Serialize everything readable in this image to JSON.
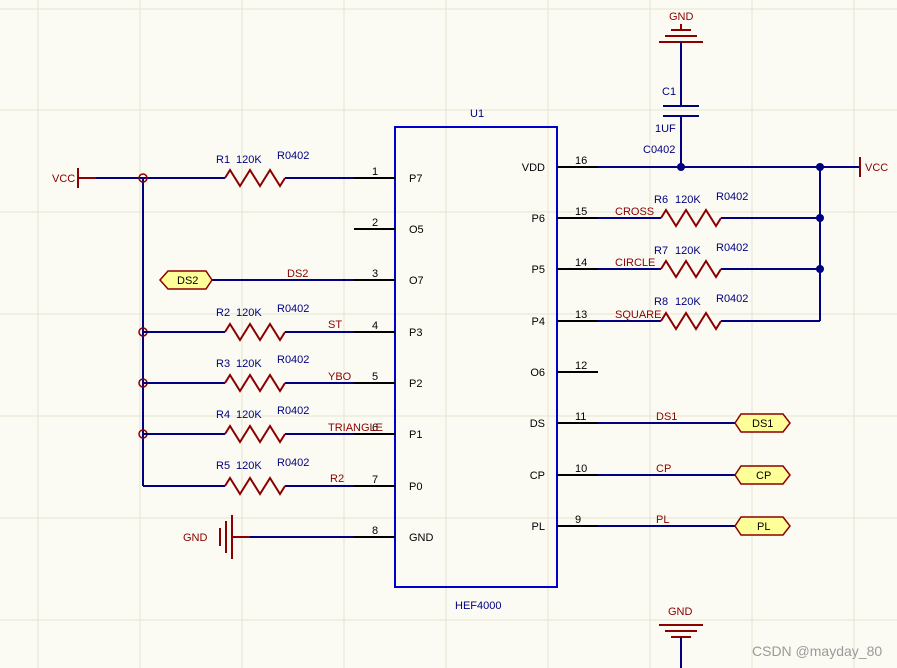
{
  "component": {
    "designator": "U1",
    "part": "HEF4000",
    "left_pins": [
      {
        "name": "P7",
        "number": "1"
      },
      {
        "name": "O5",
        "number": "2"
      },
      {
        "name": "O7",
        "number": "3"
      },
      {
        "name": "P3",
        "number": "4"
      },
      {
        "name": "P2",
        "number": "5"
      },
      {
        "name": "P1",
        "number": "6"
      },
      {
        "name": "P0",
        "number": "7"
      },
      {
        "name": "GND",
        "number": "8"
      }
    ],
    "right_pins": [
      {
        "name": "VDD",
        "number": "16"
      },
      {
        "name": "P6",
        "number": "15"
      },
      {
        "name": "P5",
        "number": "14"
      },
      {
        "name": "P4",
        "number": "13"
      },
      {
        "name": "O6",
        "number": "12"
      },
      {
        "name": "DS",
        "number": "11"
      },
      {
        "name": "CP",
        "number": "10"
      },
      {
        "name": "PL",
        "number": "9"
      }
    ]
  },
  "resistors_left": [
    {
      "ref": "R1",
      "value": "120K",
      "footprint": "R0402",
      "net": ""
    },
    {
      "ref": "R2",
      "value": "120K",
      "footprint": "R0402",
      "net": "ST"
    },
    {
      "ref": "R3",
      "value": "120K",
      "footprint": "R0402",
      "net": "YBO"
    },
    {
      "ref": "R4",
      "value": "120K",
      "footprint": "R0402",
      "net": "TRIANGLE"
    },
    {
      "ref": "R5",
      "value": "120K",
      "footprint": "R0402",
      "net": "R2"
    }
  ],
  "resistors_right": [
    {
      "ref": "R6",
      "value": "120K",
      "footprint": "R0402",
      "net": "CROSS"
    },
    {
      "ref": "R7",
      "value": "120K",
      "footprint": "R0402",
      "net": "CIRCLE"
    },
    {
      "ref": "R8",
      "value": "120K",
      "footprint": "R0402",
      "net": "SQUARE"
    }
  ],
  "capacitor": {
    "ref": "C1",
    "value": "1UF",
    "footprint": "C0402"
  },
  "power": {
    "vcc_left": "VCC",
    "vcc_right": "VCC",
    "gnd_top": "GND",
    "gnd_left": "GND",
    "gnd_bottom": "GND"
  },
  "ports": {
    "ds2": "DS2",
    "ds1": "DS1",
    "cp": "CP",
    "pl": "PL"
  },
  "nets": {
    "ds2": "DS2",
    "ds1": "DS1",
    "cp": "CP",
    "pl": "PL"
  },
  "watermark": "CSDN @mayday_80",
  "colors": {
    "wire": "#000080",
    "power": "#8b0000",
    "port_fill": "#ffff99",
    "background": "#fbfbf3"
  }
}
